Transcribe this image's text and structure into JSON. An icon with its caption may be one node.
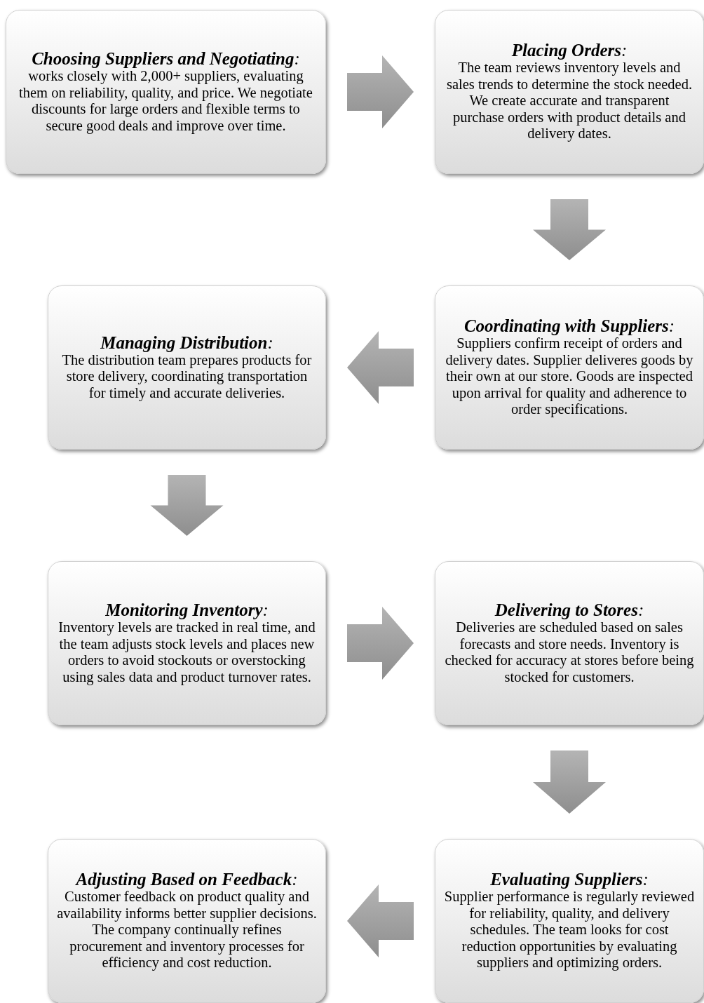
{
  "diagram": {
    "nodes": [
      {
        "text": [
          "**Choosing Suppliers and Negotiating**:",
          "works closely with 2,000+ suppliers, evaluating them on reliability, quality, and price. We negotiate discounts for large orders and flexible terms to secure good deals and improve over time."
        ]
      },
      {
        "text": [
          "**Placing Orders**:",
          "The team reviews inventory levels and sales trends to determine the stock needed. We create accurate and transparent purchase orders with product details and delivery dates."
        ]
      },
      {
        "text": [
          "**Managing Distribution**:",
          "The distribution team prepares products for store delivery, coordinating transportation for timely and accurate deliveries."
        ]
      },
      {
        "text": [
          "**Coordinating with Suppliers**:",
          "Suppliers confirm receipt of orders and delivery dates. Supplier deliveres goods by their own at our store. Goods are inspected upon arrival for quality and adherence to order specifications."
        ]
      },
      {
        "text": [
          "**Monitoring Inventory**:",
          "Inventory levels are tracked in real time, and the team adjusts stock levels and places new orders to avoid stockouts or overstocking using sales data and product turnover rates."
        ]
      },
      {
        "text": [
          "**Delivering to Stores**:",
          "Deliveries are scheduled based on sales forecasts and store needs. Inventory is checked for accuracy at stores before being stocked for customers."
        ]
      },
      {
        "text": [
          "**Adjusting Based on Feedback**:",
          "Customer feedback on product quality and availability informs better supplier decisions. The company continually refines procurement and inventory processes for efficiency and cost reduction."
        ]
      },
      {
        "text": [
          "**Evaluating Suppliers**:",
          "Supplier performance is regularly reviewed for reliability, quality, and delivery schedules. The team looks for cost reduction opportunities by evaluating suppliers and optimizing orders."
        ]
      }
    ],
    "edges": [
      {
        "from": 0,
        "to": 1,
        "arrow": "to"
      },
      {
        "from": 1,
        "to": 3,
        "arrow": "to"
      },
      {
        "from": 3,
        "to": 2,
        "arrow": "to"
      },
      {
        "from": 2,
        "to": 4,
        "arrow": "to"
      },
      {
        "from": 4,
        "to": 5,
        "arrow": "to"
      },
      {
        "from": 5,
        "to": 7,
        "arrow": "to"
      },
      {
        "from": 7,
        "to": 6,
        "arrow": "to"
      }
    ]
  }
}
